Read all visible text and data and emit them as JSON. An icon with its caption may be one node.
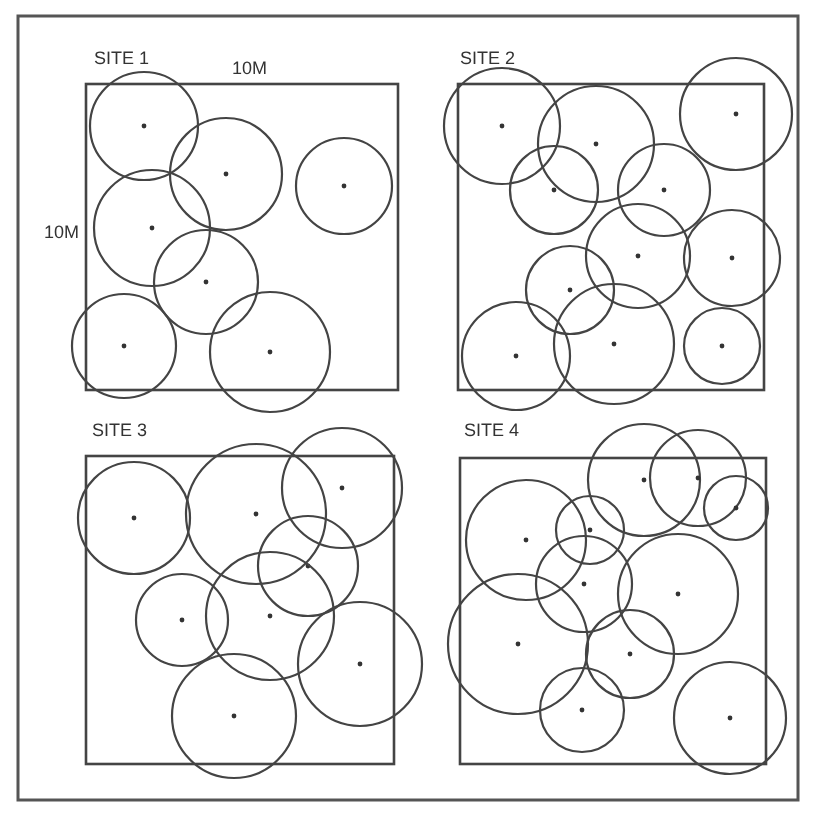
{
  "diagram": {
    "labels": [
      "SITE 1",
      "10M",
      "10M",
      "SITE 2",
      "SITE 3",
      "SITE 4"
    ]
  }
}
